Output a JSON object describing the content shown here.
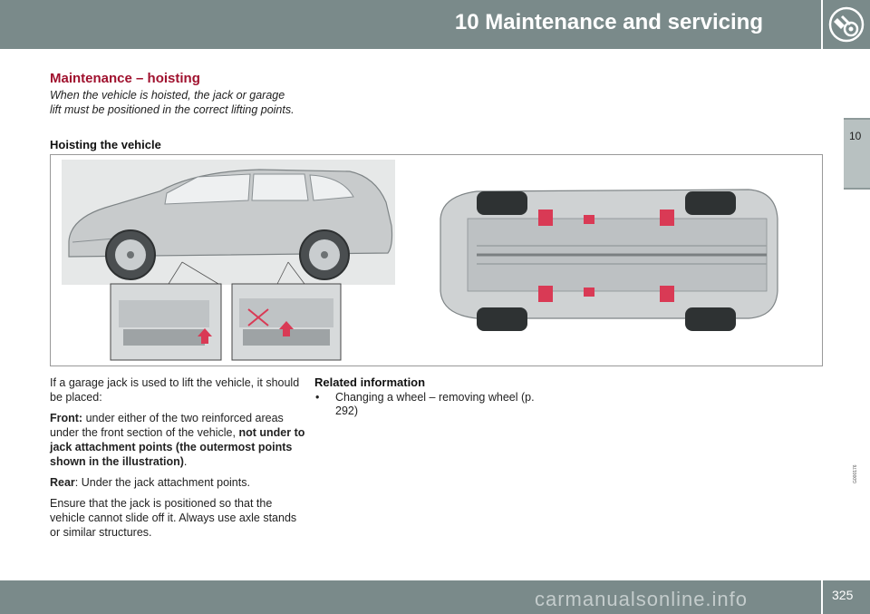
{
  "header": {
    "title": "10 Maintenance and servicing",
    "icon": "wrench-gear-icon"
  },
  "side_tab": {
    "label": "10"
  },
  "section": {
    "title": "Maintenance – hoisting",
    "intro": "When the vehicle is hoisted, the jack or garage lift must be positioned in the correct lifting points.",
    "subtitle": "Hoisting the vehicle"
  },
  "figure": {
    "code": "G000176"
  },
  "body": {
    "p1": "If a garage jack is used to lift the vehicle, it should be placed:",
    "front_label": "Front:",
    "front_text": " under either of the two reinforced areas under the front section of the vehicle, ",
    "front_bold": "not under to jack attachment points (the outermost points shown in the illustration)",
    "front_end": ".",
    "rear_label": "Rear",
    "rear_text": ": Under the jack attachment points.",
    "p4": "Ensure that the jack is positioned so that the vehicle cannot slide off it. Always use axle stands or similar structures."
  },
  "related": {
    "title": "Related information",
    "items": [
      {
        "bullet": "•",
        "text": "Changing a wheel – removing wheel (p. 292)"
      }
    ]
  },
  "footer": {
    "page": "325",
    "watermark": "carmanualsonline.info"
  },
  "colors": {
    "header": "#7a8a8a",
    "accent": "#a0112e",
    "lift_point": "#d93a55"
  }
}
